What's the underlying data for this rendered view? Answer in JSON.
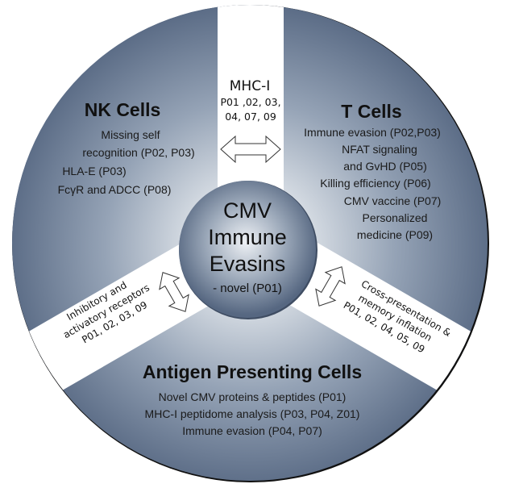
{
  "diagram": {
    "title": "CMV immune evasion overview",
    "colors": {
      "segment_dark": "#5d6e87",
      "segment_light": "#d3d9e1",
      "gap": "#ffffff",
      "outline": "#111111",
      "text": "#111111"
    },
    "center": {
      "lines": [
        "CMV",
        "Immune",
        "Evasins"
      ],
      "subtitle": "- novel (P01)"
    },
    "segments": {
      "nk": {
        "title": "NK Cells",
        "items": [
          "Missing self",
          "recognition (P02, P03)",
          "HLA-E (P03)",
          "FcγR and ADCC (P08)"
        ]
      },
      "t": {
        "title": "T Cells",
        "items": [
          "Immune evasion (P02,P03)",
          "NFAT signaling",
          "and GvHD (P05)",
          "Killing efficiency (P06)",
          "CMV vaccine (P07)",
          "Personalized",
          "medicine (P09)"
        ]
      },
      "apc": {
        "title": "Antigen Presenting Cells",
        "items": [
          "Novel CMV proteins & peptides (P01)",
          "MHC-I peptidome analysis (P03, P04, Z01)",
          "Immune evasion (P04, P07)"
        ]
      }
    },
    "links": {
      "top": {
        "label": "MHC-I",
        "lines": [
          "P01 ,02, 03,",
          "04, 07, 09"
        ]
      },
      "left": {
        "lines": [
          "Inhibitory and",
          "activatory  receptors",
          "P01, 02, 03, 09"
        ]
      },
      "right": {
        "lines": [
          "Cross-presentation &",
          "memory inflation",
          "P01, 02, 04, 05, 09"
        ]
      }
    }
  }
}
